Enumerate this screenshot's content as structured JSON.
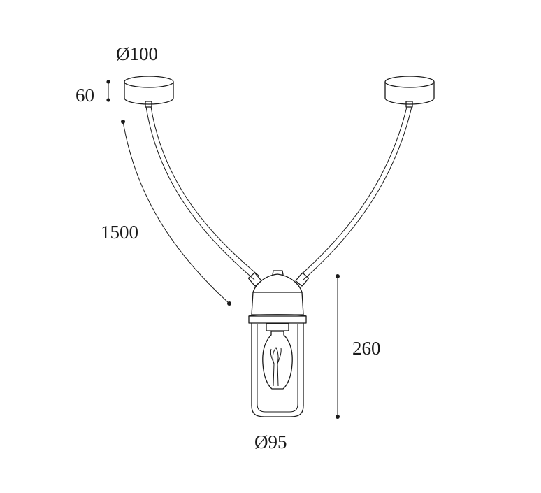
{
  "dimensions": {
    "canopy_diameter": "Ø100",
    "canopy_height": "60",
    "cable_length": "1500",
    "lamp_height": "260",
    "lamp_diameter": "Ø95"
  }
}
